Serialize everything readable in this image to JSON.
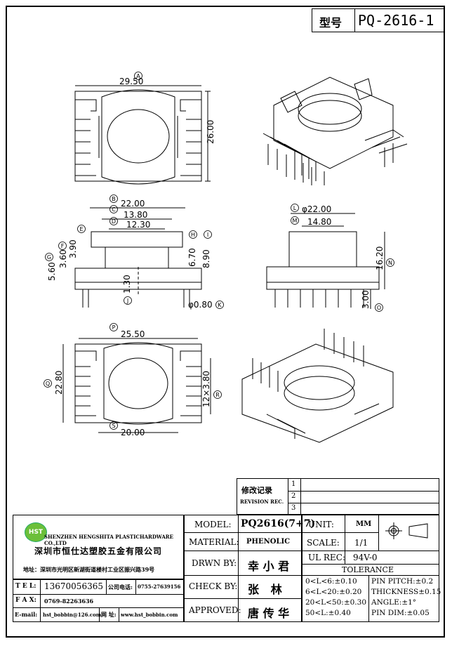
{
  "header": {
    "type_label": "型号",
    "part_number": "PQ-2616-1"
  },
  "dims": {
    "a": "29.50",
    "b": "26.00",
    "c": "22.00",
    "d": "13.80",
    "e": "12.30",
    "f": "3.90",
    "g": "3.60",
    "h": "5.60",
    "i": "6.70",
    "j": "8.90",
    "k": "1.30",
    "l": "φ0.80",
    "m": "φ22.00",
    "n": "14.80",
    "o": "16.20",
    "p": "3.00",
    "q": "25.50",
    "r": "22.80",
    "s": "12×3.80",
    "t": "20.00"
  },
  "markers": [
    "A",
    "B",
    "C",
    "D",
    "E",
    "F",
    "G",
    "H",
    "I",
    "J",
    "K",
    "L",
    "M",
    "N",
    "O",
    "P",
    "Q",
    "R",
    "S"
  ],
  "revision": {
    "title": "修改记录",
    "subtitle": "REVISION REC.",
    "items": [
      "1",
      "2",
      "3"
    ]
  },
  "company": {
    "logo": "HST",
    "name_en": "SHENZHEN HENGSHITA PLASTICHARDWARE CO.,LTD",
    "name_cn": "深圳市恒仕达塑胶五金有限公司",
    "address": "地址：深圳市光明区新湖街道楼村工业区振兴路39号",
    "tel_label": "T E L:",
    "tel": "13670056365",
    "phone_label": "公司电话:",
    "phone": "0755-27639156",
    "fax_label": "F A X:",
    "fax": "0769-82263636",
    "email_label": "E-mail:",
    "email": "hst_bobbin@126.com",
    "web_label": "网 址:",
    "web": "www.hst_bobbin.com"
  },
  "titleblock": {
    "model_label": "MODEL:",
    "model": "PQ2616(7+7)",
    "material_label": "MATERIAL:",
    "material": "PHENOLIC",
    "drawn_label": "DRWN BY:",
    "drawn": "幸 小 君",
    "check_label": "CHECK BY:",
    "check": "张   林",
    "approved_label": "APPROVED:",
    "approved": "唐 传 华",
    "unit_label": "UNIT:",
    "unit": "MM",
    "scale_label": "SCALE:",
    "scale": "1/1",
    "ul_label": "UL REC:",
    "ul": "94V-0",
    "tolerance_label": "TOLERANCE",
    "tol_left": [
      "0<L<6:±0.10",
      "6<L<20:±0.20",
      "20<L<50:±0.30",
      "50<L:±0.40"
    ],
    "tol_right": [
      "PIN PITCH:±0.2",
      "THICKNESS±0.15",
      "ANGLE:±1°",
      "PIN DIM:±0.05"
    ]
  }
}
